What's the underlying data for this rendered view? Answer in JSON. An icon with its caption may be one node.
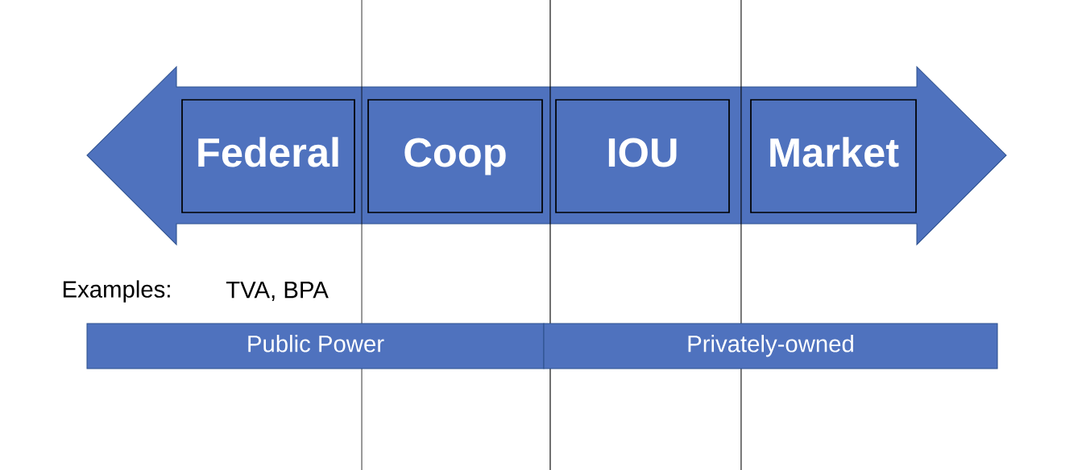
{
  "diagram": {
    "nodes": [
      {
        "text": [
          "Federal"
        ]
      },
      {
        "text": [
          "Coop"
        ]
      },
      {
        "text": [
          "IOU"
        ]
      },
      {
        "text": [
          "Market"
        ]
      },
      {
        "text": [
          "Public Power"
        ]
      },
      {
        "text": [
          "Privately-owned"
        ]
      }
    ],
    "labels": [
      "Examples:",
      "TVA, BPA"
    ]
  }
}
